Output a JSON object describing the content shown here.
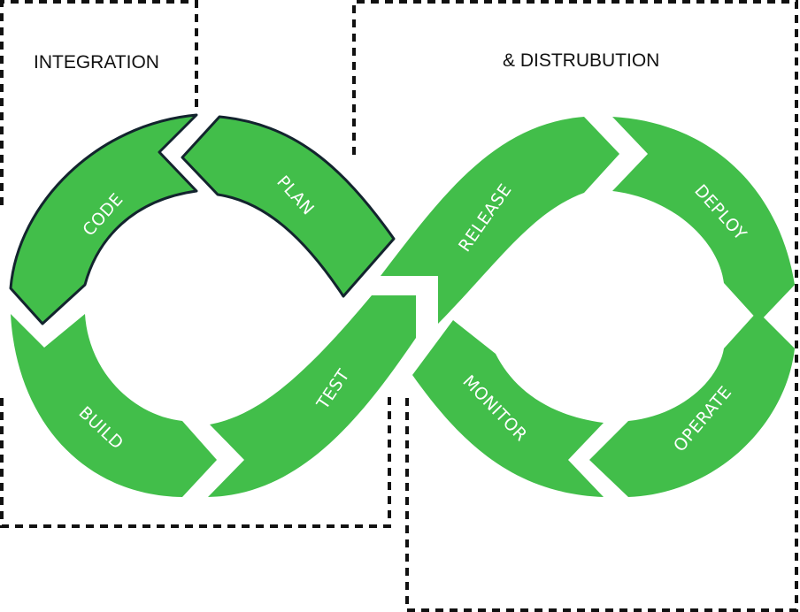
{
  "headings": {
    "left": "INTEGRATION",
    "right": "& DISTRUBUTION"
  },
  "stages": {
    "code": "CODE",
    "plan": "PLAN",
    "build": "BUILD",
    "test": "TEST",
    "release": "RELEASE",
    "deploy": "DEPLOY",
    "monitor": "MONITOR",
    "operate": "OPERATE"
  },
  "colors": {
    "segment": "#42be4a",
    "outline": "#13242e",
    "frame": "#111111"
  }
}
